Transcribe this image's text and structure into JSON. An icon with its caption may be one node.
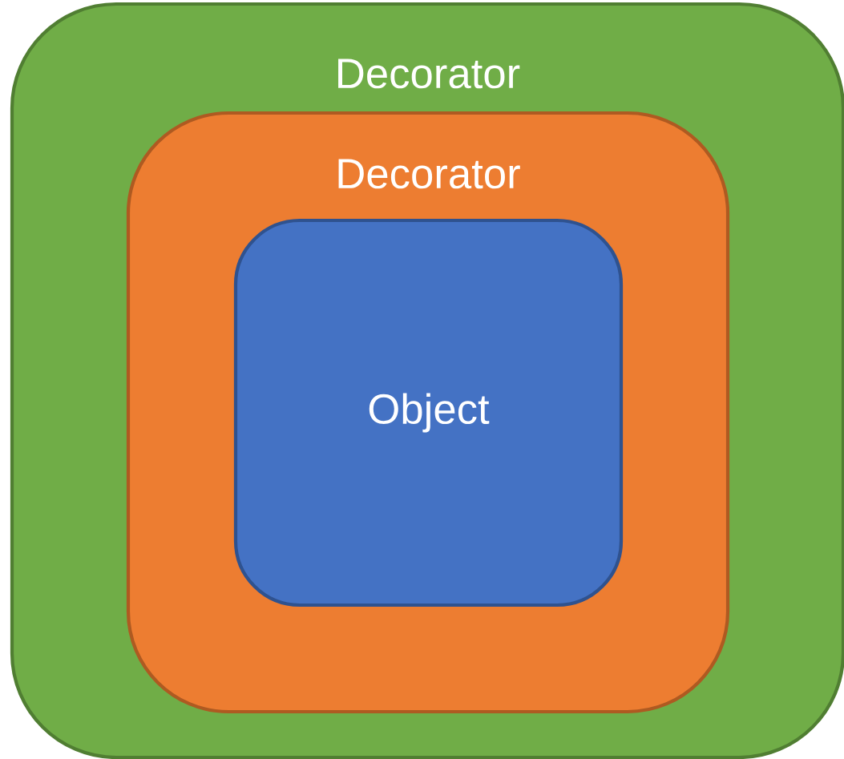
{
  "diagram": {
    "nodes": [
      {
        "text": [
          "Decorator"
        ]
      },
      {
        "text": [
          "Decorator"
        ],
        "in": 0
      },
      {
        "text": [
          "Object"
        ],
        "in": 1
      }
    ]
  }
}
